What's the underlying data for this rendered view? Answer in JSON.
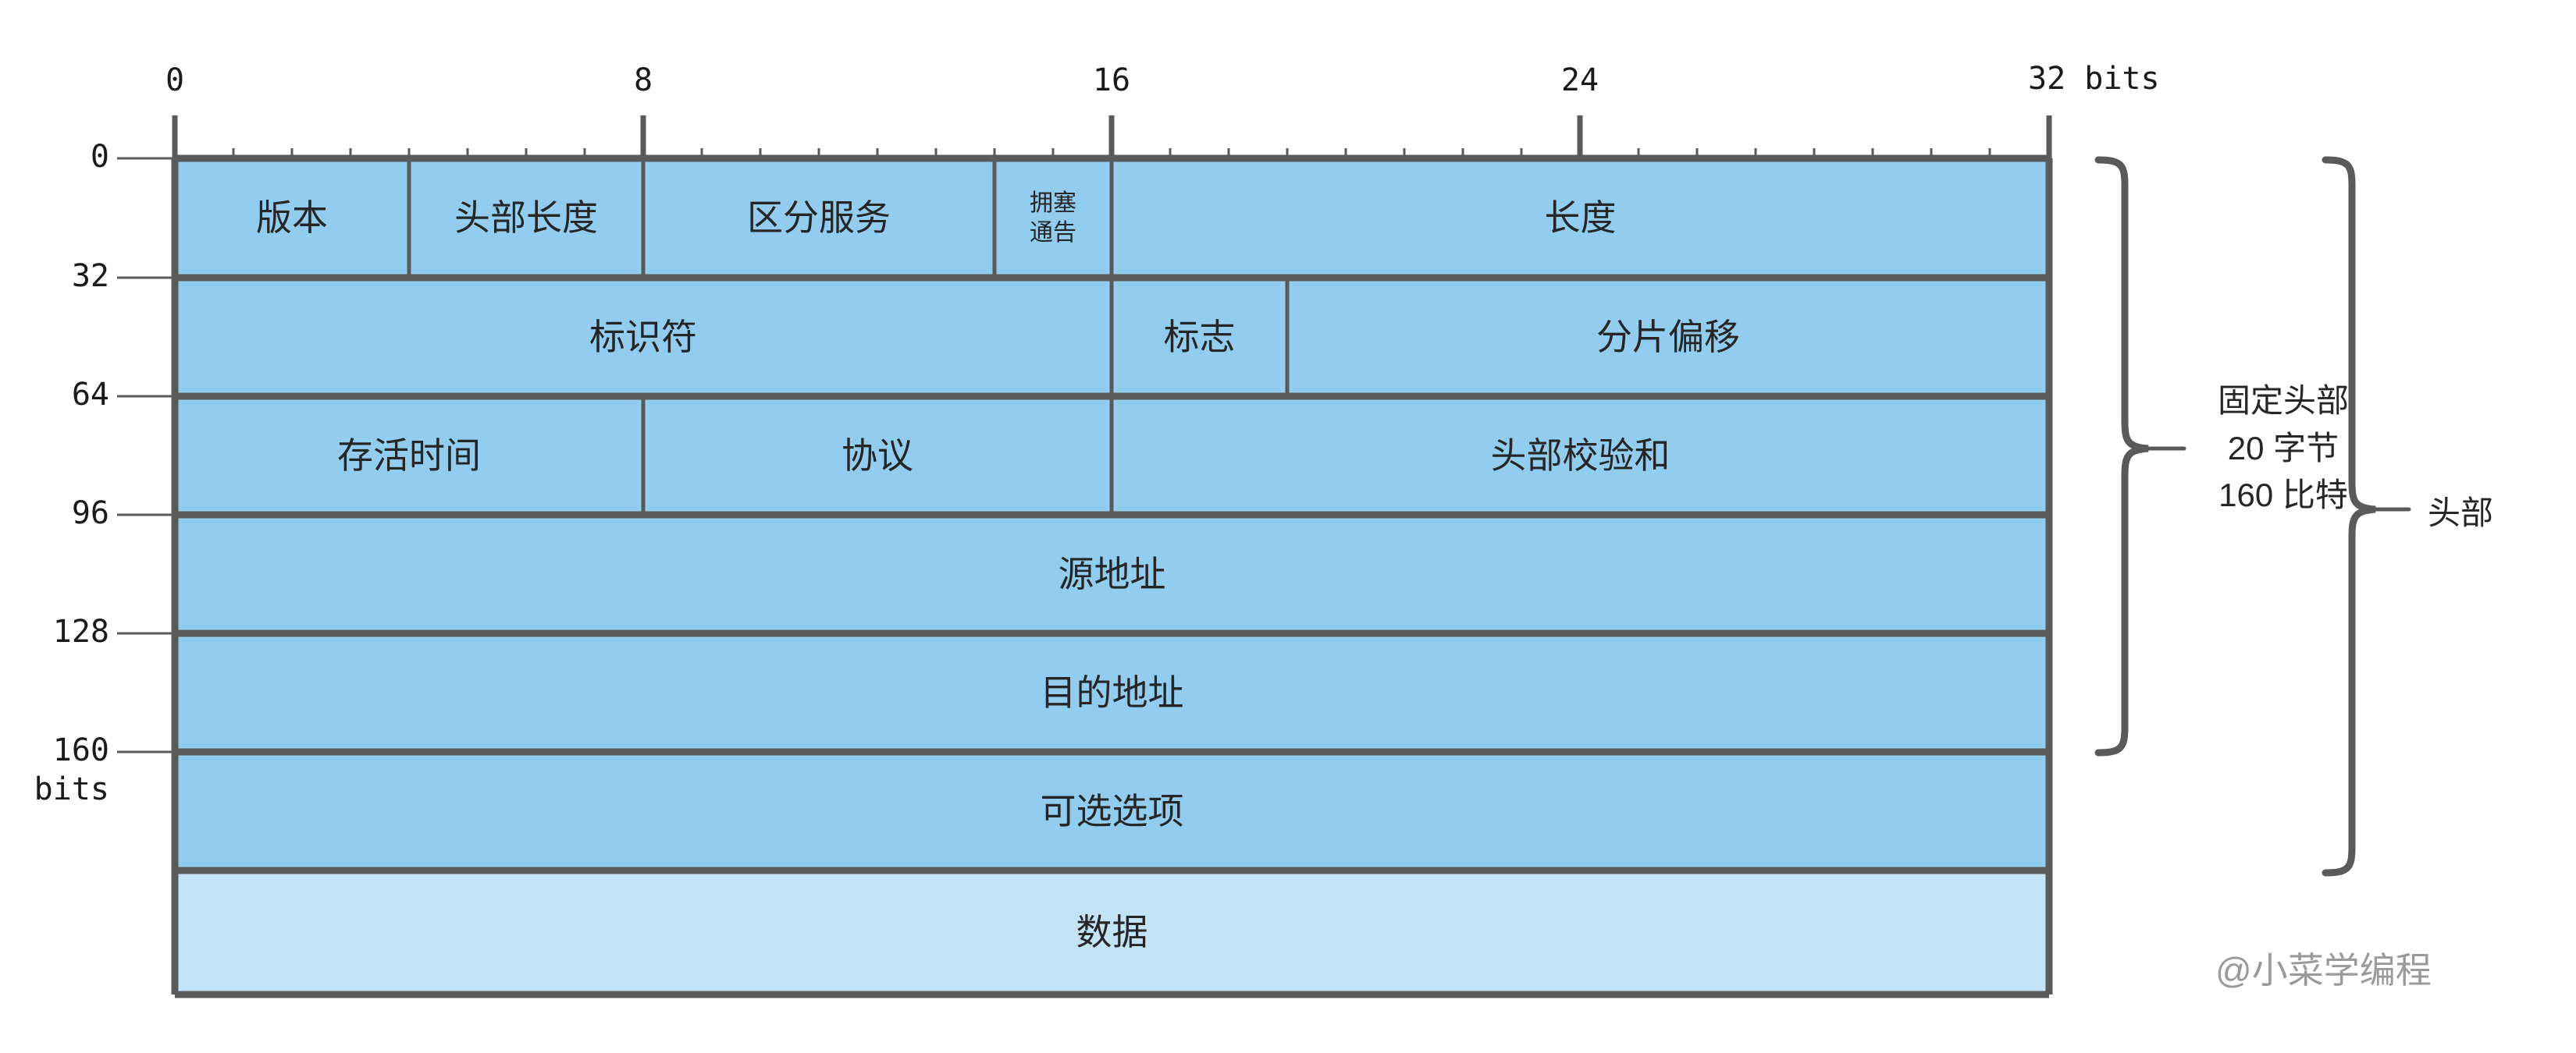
{
  "diagram": {
    "title_watermark": "@小菜学编程",
    "colors": {
      "header_fill": "#92cdf0",
      "data_fill": "#c3e3f7",
      "border": "#5a5a5a",
      "inner_border": "#5a5a5a",
      "text": "#262626",
      "watermark": "#9a9a9a",
      "background": "#ffffff"
    },
    "bit_ruler": {
      "unit_label": "bits",
      "major_ticks": [
        "0",
        "8",
        "16",
        "24",
        "32"
      ],
      "major_tick_bits": [
        0,
        8,
        16,
        24,
        32
      ],
      "end_label": "32 bits",
      "minor_tick_every_bits": 1,
      "total_bits": 32
    },
    "row_offsets": {
      "unit_label": "bits",
      "labels": [
        "0",
        "32",
        "64",
        "96",
        "128",
        "160"
      ],
      "last_label_unit": "bits"
    },
    "rows": [
      {
        "offset": "0",
        "fields": [
          {
            "label": "版本",
            "bits": 4,
            "start": 0,
            "size": "large"
          },
          {
            "label": "头部长度",
            "bits": 4,
            "start": 4,
            "size": "large"
          },
          {
            "label": "区分服务",
            "bits": 6,
            "start": 8,
            "size": "large"
          },
          {
            "label": "拥塞通告",
            "bits": 2,
            "start": 14,
            "size": "small",
            "lines": [
              "拥塞",
              "通告"
            ]
          },
          {
            "label": "长度",
            "bits": 16,
            "start": 16,
            "size": "large"
          }
        ]
      },
      {
        "offset": "32",
        "fields": [
          {
            "label": "标识符",
            "bits": 16,
            "start": 0,
            "size": "large"
          },
          {
            "label": "标志",
            "bits": 3,
            "start": 16,
            "size": "large"
          },
          {
            "label": "分片偏移",
            "bits": 13,
            "start": 19,
            "size": "large"
          }
        ]
      },
      {
        "offset": "64",
        "fields": [
          {
            "label": "存活时间",
            "bits": 8,
            "start": 0,
            "size": "large"
          },
          {
            "label": "协议",
            "bits": 8,
            "start": 8,
            "size": "large"
          },
          {
            "label": "头部校验和",
            "bits": 16,
            "start": 16,
            "size": "large"
          }
        ]
      },
      {
        "offset": "96",
        "fields": [
          {
            "label": "源地址",
            "bits": 32,
            "start": 0,
            "size": "large"
          }
        ]
      },
      {
        "offset": "128",
        "fields": [
          {
            "label": "目的地址",
            "bits": 32,
            "start": 0,
            "size": "large"
          }
        ]
      },
      {
        "offset": "160",
        "fields": [
          {
            "label": "可选选项",
            "bits": 32,
            "start": 0,
            "size": "large"
          }
        ]
      },
      {
        "offset": "",
        "payload": true,
        "fields": [
          {
            "label": "数据",
            "bits": 32,
            "start": 0,
            "size": "large"
          }
        ]
      }
    ],
    "annotations": {
      "inner_brace": {
        "lines": [
          "固定头部",
          "20 字节",
          "160 比特"
        ],
        "text": "固定头部\n20 字节\n160 比特"
      },
      "outer_brace": {
        "lines": [
          "头部"
        ],
        "text": "头部"
      }
    }
  }
}
